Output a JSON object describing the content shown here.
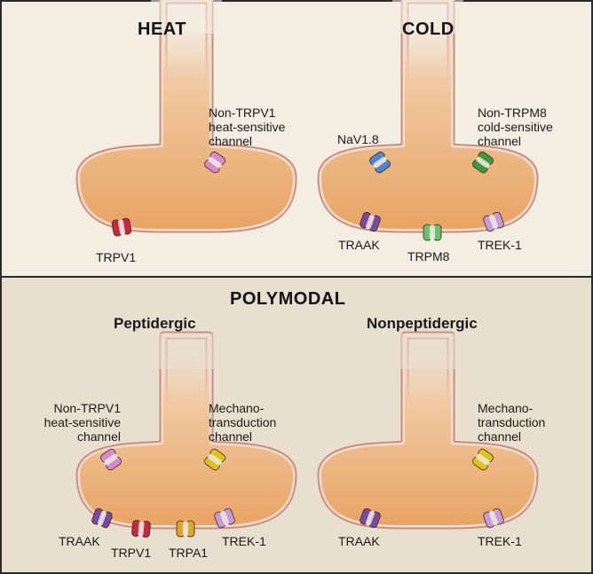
{
  "colors": {
    "panel_border": "#2a2a2a",
    "top_background": "#f3ede2",
    "bottom_background": "#e9dfcf",
    "terminal_fill": "#e8a565",
    "membrane_outline": "#c98f7c",
    "trpv1": "#c8293a",
    "non_trpv1": "#d98bc9",
    "nav18": "#4f86c6",
    "non_trpm8": "#3c9a3c",
    "trpm8": "#6cc06c",
    "traak": "#7a4a9a",
    "trek1": "#c79ad6",
    "mechano": "#e0c21c",
    "trpa1": "#e3a32a"
  },
  "top": {
    "heat": {
      "title": "HEAT",
      "labels": {
        "non_trpv1": [
          "Non-TRPV1",
          "heat-sensitive",
          "channel"
        ],
        "trpv1": "TRPV1"
      }
    },
    "cold": {
      "title": "COLD",
      "labels": {
        "nav18": "NaV1.8",
        "non_trpm8": [
          "Non-TRPM8",
          "cold-sensitive",
          "channel"
        ],
        "traak": "TRAAK",
        "trpm8": "TRPM8",
        "trek1": "TREK-1"
      }
    }
  },
  "bottom": {
    "title": "POLYMODAL",
    "peptidergic": {
      "subtitle": "Peptidergic",
      "labels": {
        "non_trpv1": [
          "Non-TRPV1",
          "heat-sensitive",
          "channel"
        ],
        "mechano": [
          "Mechano-",
          "transduction",
          "channel"
        ],
        "traak": "TRAAK",
        "trpv1": "TRPV1",
        "trpa1": "TRPA1",
        "trek1": "TREK-1"
      }
    },
    "nonpeptidergic": {
      "subtitle": "Nonpeptidergic",
      "labels": {
        "mechano": [
          "Mechano-",
          "transduction",
          "channel"
        ],
        "traak": "TRAAK",
        "trek1": "TREK-1"
      }
    }
  }
}
